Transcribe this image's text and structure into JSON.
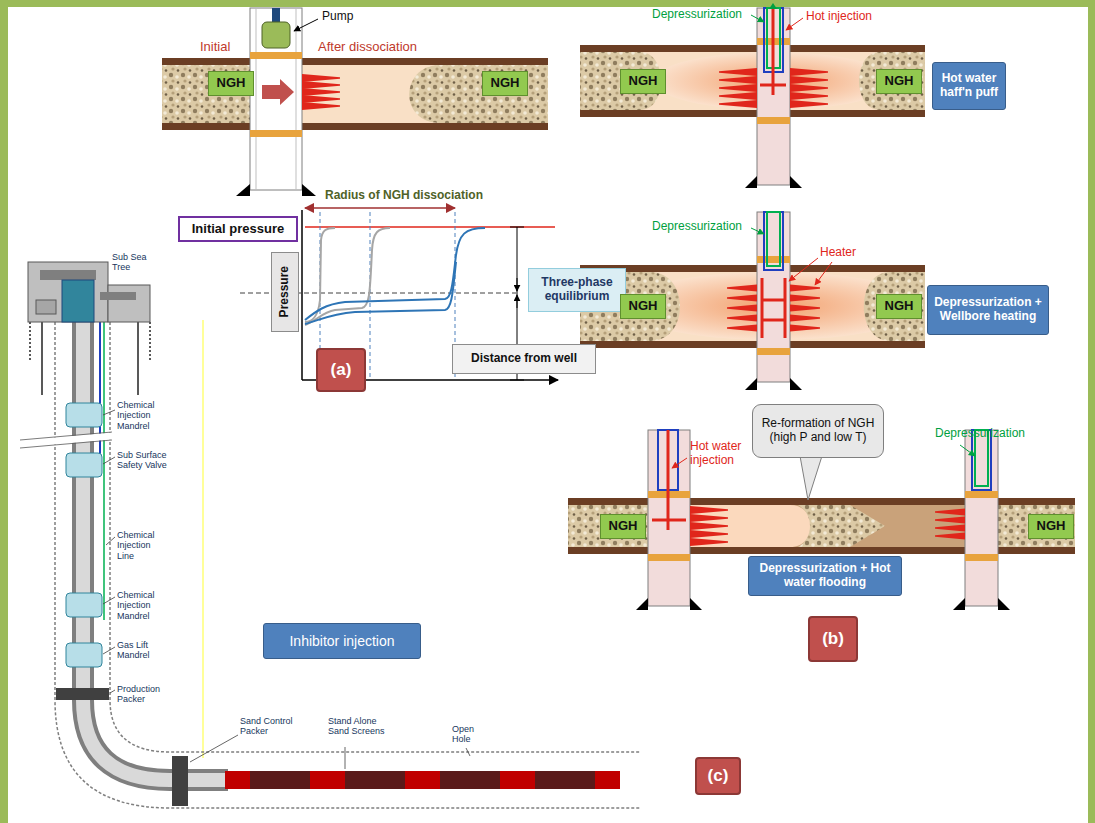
{
  "diagram": {
    "nodes": [
      {
        "text": [
          "NGH"
        ]
      },
      {
        "text": [
          "NGH"
        ]
      },
      {
        "text": [
          "NGH"
        ]
      },
      {
        "text": [
          "NGH"
        ]
      },
      {
        "text": [
          "Hot water haff'n puff"
        ]
      },
      {
        "text": [
          "Initial pressure"
        ]
      },
      {
        "text": [
          "Pressure"
        ]
      },
      {
        "text": [
          "Three-phase equilibrium"
        ]
      },
      {
        "text": [
          "NGH"
        ]
      },
      {
        "text": [
          "NGH"
        ]
      },
      {
        "text": [
          "Depressurization + Wellbore heating"
        ]
      },
      {
        "text": [
          "Distance from well"
        ]
      },
      {
        "text": [
          "(a)"
        ]
      },
      {
        "text": [
          "Re-formation of NGH (high P and low T)"
        ]
      },
      {
        "text": [
          "NGH"
        ]
      },
      {
        "text": [
          "NGH"
        ]
      },
      {
        "text": [
          "Inhibitor injection"
        ]
      },
      {
        "text": [
          "Depressurization + Hot water flooding"
        ]
      },
      {
        "text": [
          "(b)"
        ]
      },
      {
        "text": [
          "(c)"
        ]
      }
    ],
    "labels": [
      "Pump",
      "Initial",
      "After dissociation",
      "Radius of NGH dissociation",
      "Depressurization",
      "Hot injection",
      "Depressurization",
      "Heater",
      "Hot water injection",
      "Depressurization",
      "Sub Sea Tree",
      "Chemical Injection Mandrel",
      "Sub Surface Safety Valve",
      "Chemical Injection Line",
      "Chemical Injection Mandrel",
      "Gas Lift Mandrel",
      "Production Packer",
      "Sand Control Packer",
      "Stand Alone Sand Screens",
      "Open Hole"
    ]
  }
}
